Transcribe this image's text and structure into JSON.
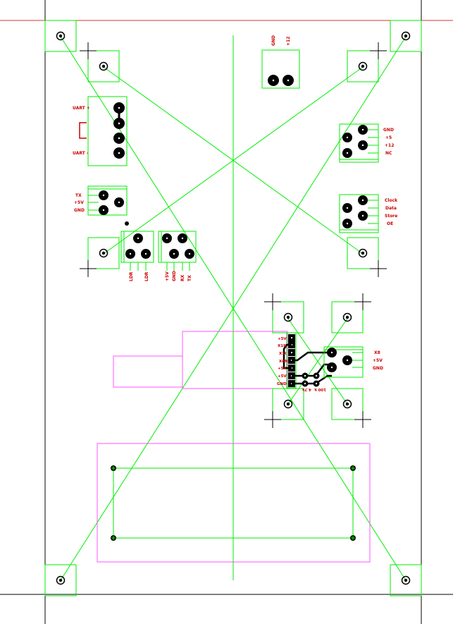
{
  "colors": {
    "outline": "#00ee00",
    "silk": "#ff55ff",
    "label": "#cc0000",
    "pad": "#000000",
    "frame": "#000000",
    "frame_red": "#dd3333",
    "background": "#ffffff"
  },
  "power_header": {
    "pins": [
      "GND",
      "+12"
    ]
  },
  "uart_header": {
    "top_label": "UART +",
    "bottom_label": "UART -"
  },
  "serial_header": {
    "pins": [
      "TX",
      "+5V",
      "GND"
    ]
  },
  "power_out_header": {
    "pins": [
      "GND",
      "+5",
      "+12",
      "NC"
    ]
  },
  "shift_header": {
    "pins": [
      "Clock",
      "Data",
      "Store",
      "OE"
    ]
  },
  "ldr_header": {
    "pins": [
      "LDR",
      "LDR"
    ]
  },
  "io_header": {
    "pins": [
      "+5V",
      "GND",
      "RX",
      "TX"
    ]
  },
  "sensor_header": {
    "pins": [
      "+5V",
      "X1N",
      "X1I",
      "X8N",
      "+5V",
      "+5V",
      "GND"
    ]
  },
  "sensor_right": {
    "pins": [
      "X8",
      "+5V",
      "GND"
    ]
  },
  "resistors": {
    "labels": [
      "4.7k",
      "100 k"
    ]
  }
}
